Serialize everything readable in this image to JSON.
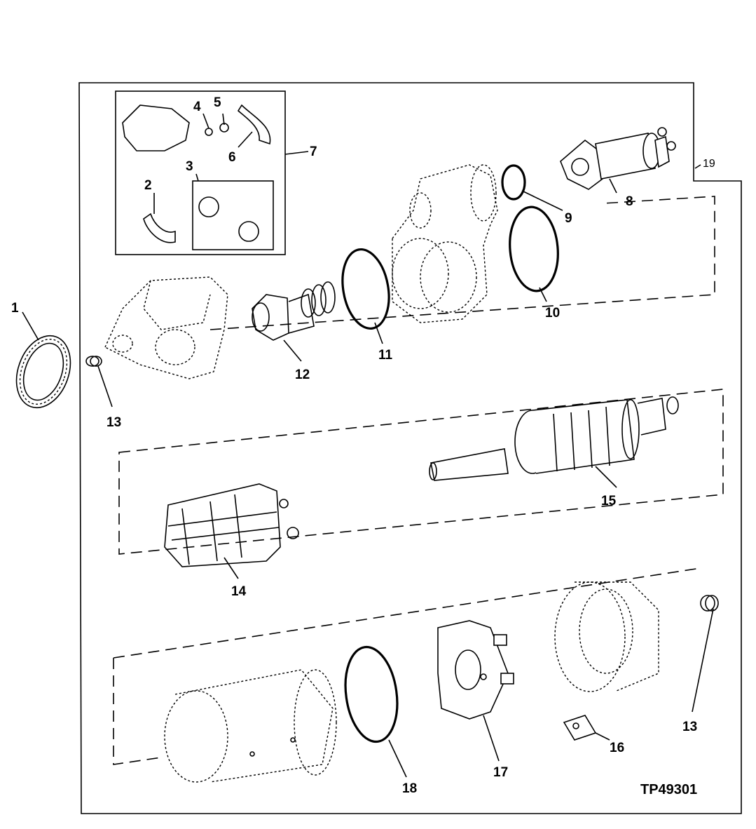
{
  "figure_id": "TP49301",
  "callouts": [
    {
      "id": "callout-1",
      "label": "1"
    },
    {
      "id": "callout-2",
      "label": "2"
    },
    {
      "id": "callout-3",
      "label": "3"
    },
    {
      "id": "callout-4",
      "label": "4"
    },
    {
      "id": "callout-5",
      "label": "5"
    },
    {
      "id": "callout-6",
      "label": "6"
    },
    {
      "id": "callout-7",
      "label": "7"
    },
    {
      "id": "callout-8",
      "label": "8"
    },
    {
      "id": "callout-9",
      "label": "9"
    },
    {
      "id": "callout-10",
      "label": "10"
    },
    {
      "id": "callout-11",
      "label": "11"
    },
    {
      "id": "callout-12",
      "label": "12"
    },
    {
      "id": "callout-13a",
      "label": "13"
    },
    {
      "id": "callout-13b",
      "label": "13"
    },
    {
      "id": "callout-14",
      "label": "14"
    },
    {
      "id": "callout-15",
      "label": "15"
    },
    {
      "id": "callout-16",
      "label": "16"
    },
    {
      "id": "callout-17",
      "label": "17"
    },
    {
      "id": "callout-18",
      "label": "18"
    },
    {
      "id": "callout-19",
      "label": "19"
    }
  ]
}
